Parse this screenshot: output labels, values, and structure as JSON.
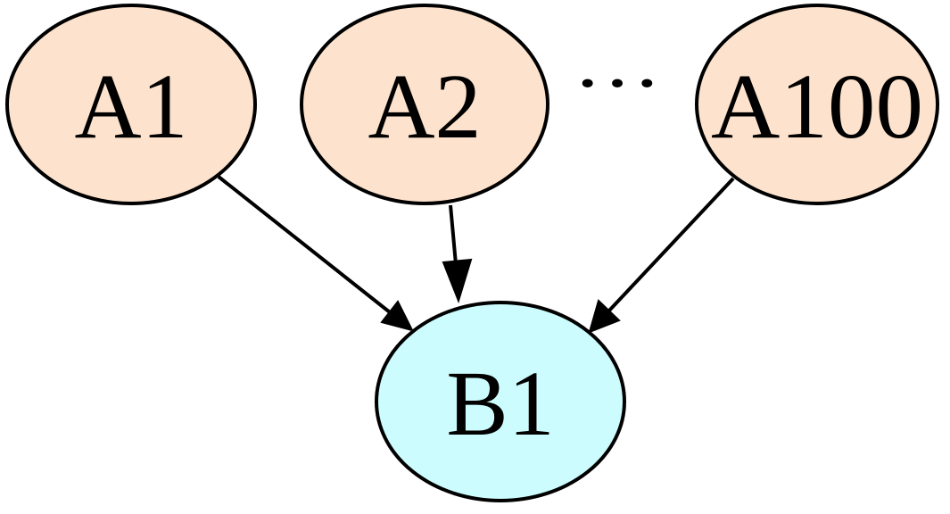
{
  "colors": {
    "source_fill": "#fde3cd",
    "target_fill": "#ccfcfd",
    "stroke": "#000000"
  },
  "nodes": {
    "a1": {
      "label": "A1"
    },
    "a2": {
      "label": "A2"
    },
    "a100": {
      "label": "A100"
    },
    "b1": {
      "label": "B1"
    }
  },
  "edges": [
    {
      "from": "A1",
      "to": "B1"
    },
    {
      "from": "A2",
      "to": "B1"
    },
    {
      "from": "A100",
      "to": "B1"
    }
  ],
  "ellipsis": "···"
}
